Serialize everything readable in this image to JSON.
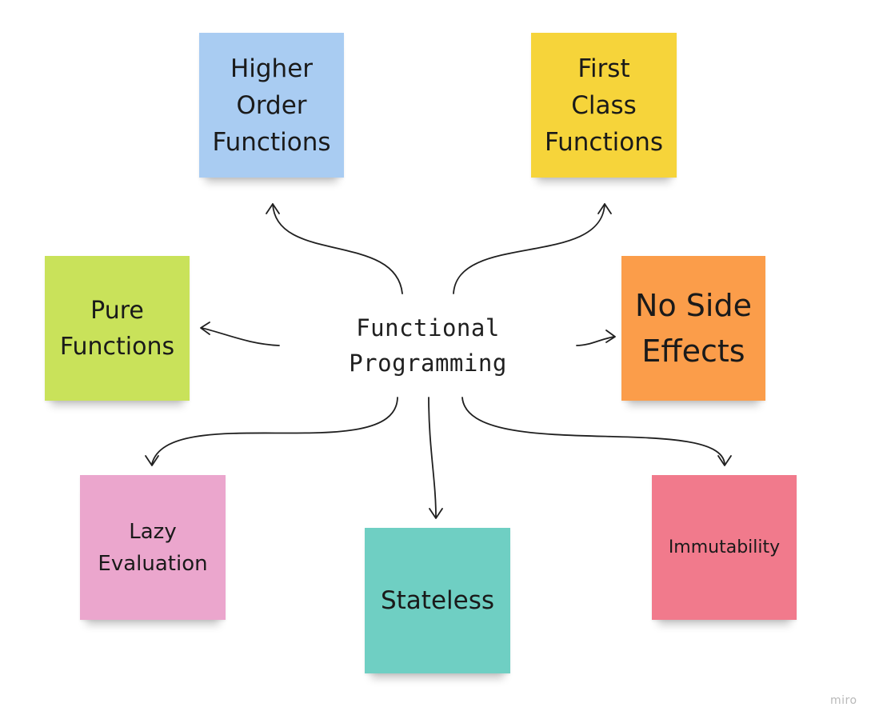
{
  "center": {
    "line1": "Functional",
    "line2": "Programming"
  },
  "notes": {
    "higher_order": {
      "lines": [
        "Higher",
        "Order",
        "Functions"
      ],
      "color": "#a9ccf2"
    },
    "first_class": {
      "lines": [
        "First",
        "Class",
        "Functions"
      ],
      "color": "#f6d43a"
    },
    "pure": {
      "lines": [
        "Pure",
        "Functions"
      ],
      "color": "#c9e25a"
    },
    "no_side_effects": {
      "lines": [
        "No Side",
        "Effects"
      ],
      "color": "#fb9d4a"
    },
    "lazy": {
      "lines": [
        "Lazy",
        "Evaluation"
      ],
      "color": "#eba6cd"
    },
    "stateless": {
      "lines": [
        "Stateless"
      ],
      "color": "#6fcfc3"
    },
    "immutability": {
      "lines": [
        "Immutability"
      ],
      "color": "#f17a8c"
    }
  },
  "watermark": "miro"
}
